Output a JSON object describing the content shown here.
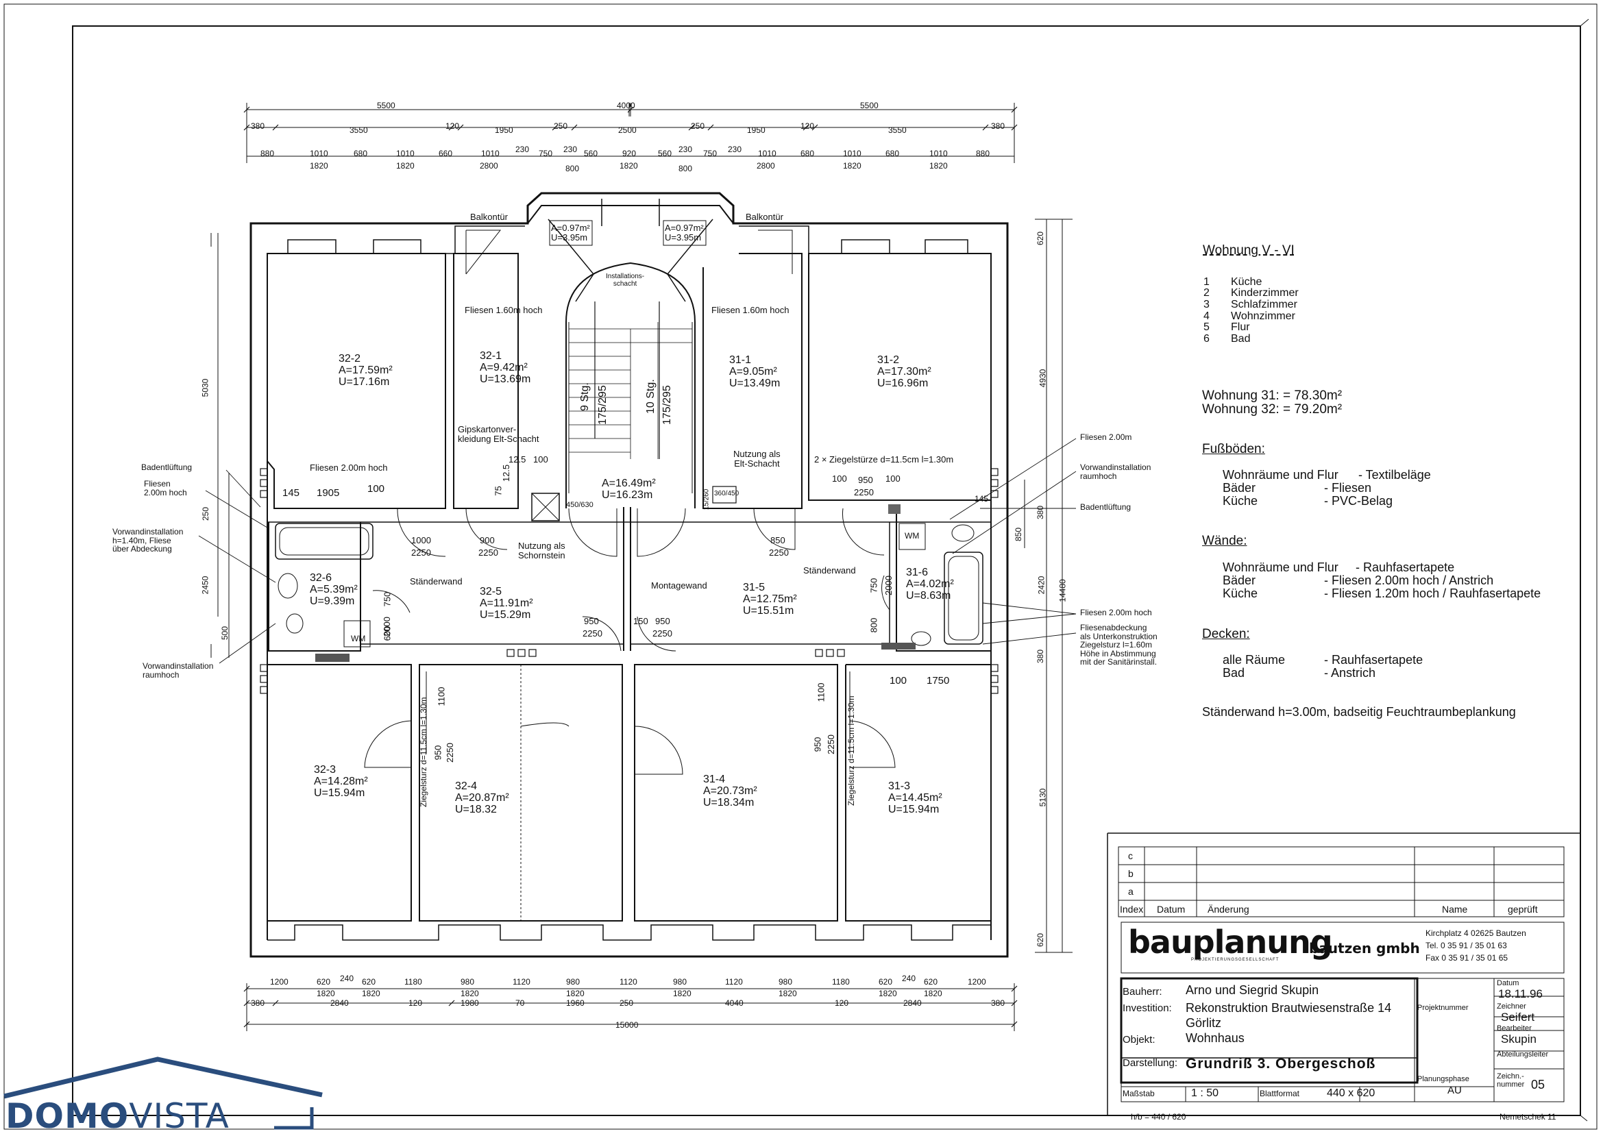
{
  "dimensions": {
    "top_row1": [
      "5500",
      "4000",
      "5500"
    ],
    "top_row2": [
      "380",
      "3550",
      "120",
      "1950",
      "250",
      "2500",
      "250",
      "1950",
      "120",
      "3550",
      "380"
    ],
    "top_row3": [
      "880",
      "1010",
      "680",
      "1010",
      "660",
      "1010",
      "230",
      "750",
      "230",
      "560",
      "920",
      "560",
      "230",
      "750",
      "230",
      "1010",
      "680",
      "1010",
      "680",
      "1010",
      "880"
    ],
    "top_row3_sub": [
      "1820",
      "1820",
      "2800",
      "800",
      "1820",
      "800",
      "2800",
      "1820",
      "1820"
    ],
    "bottom_row1": [
      "1200",
      "620",
      "240",
      "620",
      "1180",
      "980",
      "1120",
      "980",
      "1120",
      "980",
      "1120",
      "980",
      "1180",
      "620",
      "240",
      "620",
      "1200"
    ],
    "bottom_row1_sub": [
      "1820",
      "1820",
      "1820",
      "1820",
      "1820",
      "1820",
      "1820",
      "1820"
    ],
    "bottom_row2": [
      "380",
      "2840",
      "120",
      "1980",
      "70",
      "1960",
      "250",
      "4040",
      "120",
      "2840",
      "380"
    ],
    "bottom_total": "15000",
    "left_side": [
      "5030",
      "250",
      "2450",
      "500"
    ],
    "right_side": [
      "620",
      "4930",
      "380",
      "850",
      "2420",
      "380",
      "5130",
      "620"
    ],
    "right_total": "14480",
    "misc": [
      "145",
      "1905",
      "100",
      "1000",
      "2250",
      "900",
      "2250",
      "750",
      "2000",
      "600",
      "950",
      "2250",
      "150",
      "950",
      "2250",
      "850",
      "2250",
      "750",
      "2000",
      "800",
      "100",
      "950",
      "100",
      "2250",
      "100",
      "1750",
      "950",
      "2250",
      "1100",
      "950",
      "2250",
      "1100",
      "75",
      "12.5",
      "12.5",
      "100",
      "360/450",
      "450/630",
      "145",
      "15/260"
    ]
  },
  "rooms": [
    {
      "id": "32-2",
      "area": "A=17.59m²",
      "perimeter": "U=17.16m"
    },
    {
      "id": "32-1",
      "area": "A=9.42m²",
      "perimeter": "U=13.69m"
    },
    {
      "id": "31-1",
      "area": "A=9.05m²",
      "perimeter": "U=13.49m"
    },
    {
      "id": "31-2",
      "area": "A=17.30m²",
      "perimeter": "U=16.96m"
    },
    {
      "id": "32-6",
      "area": "A=5.39m²",
      "perimeter": "U=9.39m"
    },
    {
      "id": "32-5",
      "area": "A=11.91m²",
      "perimeter": "U=15.29m"
    },
    {
      "id": "31-5",
      "area": "A=12.75m²",
      "perimeter": "U=15.51m"
    },
    {
      "id": "31-6",
      "area": "A=4.02m²",
      "perimeter": "U=8.63m"
    },
    {
      "id": "32-3",
      "area": "A=14.28m²",
      "perimeter": "U=15.94m"
    },
    {
      "id": "32-4",
      "area": "A=20.87m²",
      "perimeter": "U=18.32"
    },
    {
      "id": "31-4",
      "area": "A=20.73m²",
      "perimeter": "U=18.34m"
    },
    {
      "id": "31-3",
      "area": "A=14.45m²",
      "perimeter": "U=15.94m"
    }
  ],
  "stair": {
    "area": "A=16.49m²",
    "perimeter": "U=16.23m",
    "flight_left": "9 Stg.",
    "flight_left_ratio": "175/295",
    "flight_right": "10 Stg.",
    "flight_right_ratio": "175/295"
  },
  "balconies": {
    "left_area": "A=0.97m²",
    "left_perimeter": "U=3.95m",
    "right_area": "A=0.97m²",
    "right_perimeter": "U=3.95m"
  },
  "plan_labels": {
    "balkontuer": "Balkontür",
    "installations_schacht": "Installations-\nschacht",
    "fliesen_160": "Fliesen 1.60m hoch",
    "fliesen_200_hoch": "Fliesen 2.00m hoch",
    "gipskarton": "Gipskartonver-\nkleidung Elt-Schacht",
    "nutzung_elt": "Nutzung als\nElt-Schacht",
    "nutzung_schornstein": "Nutzung als\nSchornstein",
    "ziegelstuerze": "2 × Ziegelstürze d=11.5cm l=1.30m",
    "staenderwand": "Ständerwand",
    "montagewand": "Montagewand",
    "wm": "WM",
    "ziegelsturz_vert": "Ziegelsturz d=11.5cm l=1.30m",
    "badentlueftung": "Badentlüftung",
    "fliesen_200": "Fliesen\n2.00m hoch",
    "vorwand_140": "Vorwandinstallation\nh=1.40m, Fliese\nüber Abdeckung",
    "vorwand_raumhoch": "Vorwandinstallation\nraumhoch",
    "r_fliesen_200": "Fliesen 2.00m",
    "r_vorwand": "Vorwandinstallation\nraumhoch",
    "r_badentlueftung": "Badentlüftung",
    "r_fliesen_200_hoch": "Fliesen 2.00m hoch",
    "r_fliesenabdeckung": "Fliesenabdeckung\nals Unterkonstruktion\nZiegelsturz l=1.60m\nHöhe in Abstimmung\nmit der Sanitärinstall."
  },
  "legend": {
    "title": "Wohnung V - VI",
    "items": [
      {
        "num": "1",
        "name": "Küche"
      },
      {
        "num": "2",
        "name": "Kinderzimmer"
      },
      {
        "num": "3",
        "name": "Schlafzimmer"
      },
      {
        "num": "4",
        "name": "Wohnzimmer"
      },
      {
        "num": "5",
        "name": "Flur"
      },
      {
        "num": "6",
        "name": "Bad"
      }
    ],
    "flat31": "Wohnung 31:  = 78.30m²",
    "flat32": "Wohnung 32:  = 79.20m²"
  },
  "specs": {
    "floors_heading": "Fußböden:",
    "floors": [
      [
        "Wohnräume und Flur",
        "- Textilbeläge"
      ],
      [
        "Bäder",
        "- Fliesen"
      ],
      [
        "Küche",
        "- PVC-Belag"
      ]
    ],
    "walls_heading": "Wände:",
    "walls": [
      [
        "Wohnräume und Flur",
        "- Rauhfasertapete"
      ],
      [
        "Bäder",
        "- Fliesen 2.00m hoch / Anstrich"
      ],
      [
        "Küche",
        "- Fliesen 1.20m hoch / Rauhfasertapete"
      ]
    ],
    "ceilings_heading": "Decken:",
    "ceilings": [
      [
        "alle Räume",
        "- Rauhfasertapete"
      ],
      [
        "Bad",
        "- Anstrich"
      ]
    ],
    "note": "Ständerwand h=3.00m, badseitig Feuchtraumbeplankung"
  },
  "title_block": {
    "revision_rows": [
      "c",
      "b",
      "a"
    ],
    "revision_headers": [
      "Index",
      "Datum",
      "Änderung",
      "Name",
      "geprüft"
    ],
    "company": "bauplanung",
    "company_suffix": "bautzen gmbh",
    "company_tagline": "PROJEKTIERUNGSGESELLSCHAFT",
    "address": "Kirchplatz 4   02625 Bautzen",
    "phone": "Tel. 0 35 91 / 35 01 63",
    "fax": "Fax 0 35 91 / 35 01 65",
    "client_label": "Bauherr:",
    "client": "Arno und Siegrid Skupin",
    "project_label": "Investition:",
    "project": "Rekonstruktion Brautwiesenstraße 14",
    "project_city": "Görlitz",
    "object_label": "Objekt:",
    "object": "Wohnhaus",
    "drawing_label": "Darstellung:",
    "drawing": "Grundriß 3. Obergeschoß",
    "scale_label": "Maßstab",
    "scale": "1 : 50",
    "sheet_label": "Blattformat",
    "sheet": "440 x 620",
    "date_label": "Datum",
    "date": "18.11.96",
    "projnum_label": "Projektnummer",
    "drawer_label": "Zeichner",
    "drawer": "Seifert",
    "editor_label": "Bearbeiter",
    "editor": "Skupin",
    "dept_label": "Abteilungsleiter",
    "phase_label": "Planungsphase",
    "phase": "AU",
    "drawing_no_label": "Zeichn.-\nnummer",
    "drawing_no": "05",
    "hb": "h/b = 440 / 620",
    "software": "Nemetschek 11"
  },
  "watermark": {
    "part1": "DOMO",
    "part2": "VISTA"
  }
}
